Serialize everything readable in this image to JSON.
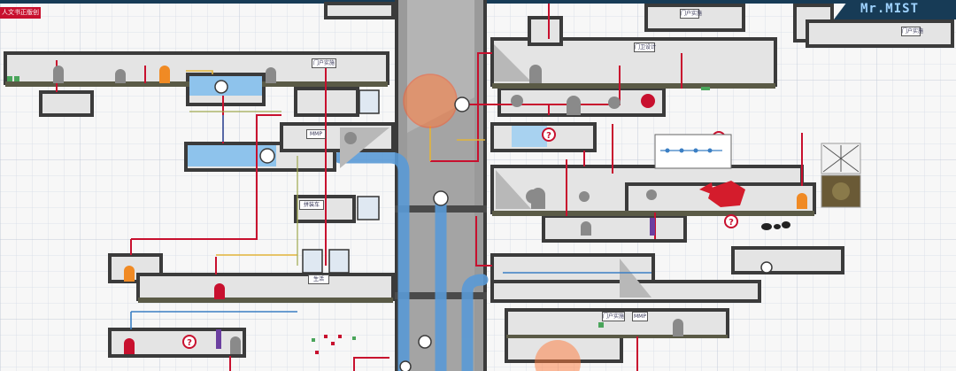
{
  "brand": {
    "name": "Mr.MIST",
    "accent": "#173b56",
    "text_color": "#9fd3ff"
  },
  "corner_tag": {
    "label": "人文书正版创"
  },
  "sign_labels": [
    "门户实施",
    "MMP",
    "拼装车",
    "生活",
    "门卫设计",
    "门户实施",
    "门户实施",
    "门户实施",
    "MMP"
  ],
  "colors": {
    "grid_line": "#d6dde8",
    "room_fill": "#e4e4e4",
    "room_wall": "#3b3b3b",
    "shaft": "#8a8a8a",
    "pipe_blue": "#5a9ad6",
    "route_red": "#c8102e",
    "route_yellow": "#e2b33a",
    "route_blue": "#3b7fc4",
    "door": "#8a8a8a",
    "hazard": "#ff5a2a"
  },
  "icons": [
    "question-mark-icon",
    "door-icon",
    "fan-icon",
    "monitor-icon",
    "ant-icon",
    "crab-icon",
    "wall-lamp-icon"
  ]
}
